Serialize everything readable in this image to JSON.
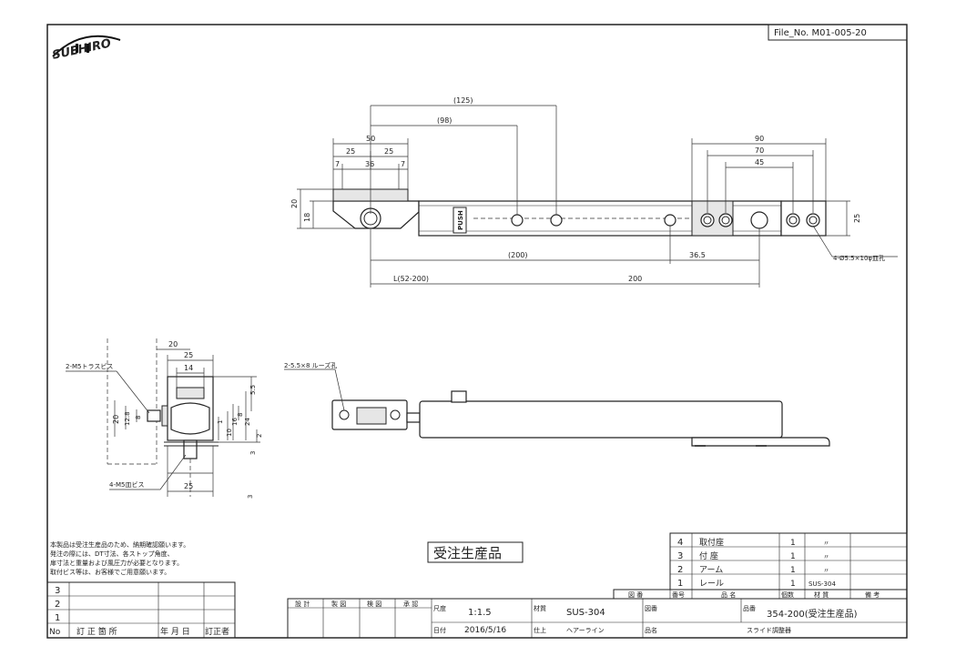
{
  "header": {
    "logo_text": "SUEHIRO",
    "file_no": "File_No. M01-005-20"
  },
  "top_view": {
    "dims": {
      "d125": "(125)",
      "d98": "(98)",
      "d50": "50",
      "d25a": "25",
      "d25b": "25",
      "d7a": "7",
      "d36": "36",
      "d7b": "7",
      "d90": "90",
      "d70": "70",
      "d45": "45",
      "d20": "20",
      "d18": "18",
      "d25r": "25",
      "d200p": "(200)",
      "d365": "36.5",
      "dL": "L(52-200)",
      "d200": "200"
    },
    "push_label": "PUSH",
    "hole_note": "4-Ø5.5×10φ皿孔"
  },
  "side_view": {
    "dims": {
      "d20": "20",
      "d25": "25",
      "d14": "14",
      "d55": "5.5",
      "d20v": "20",
      "d128": "12.8",
      "d8": "8",
      "d1": "1",
      "d10": "10",
      "d16": "16",
      "d8b": "8",
      "d24": "24",
      "d2": "2",
      "d3a": "3",
      "d3b": "3",
      "d25b": "25"
    },
    "note_truss": "2-M5トラスビス",
    "note_flat": "4-M5皿ビス"
  },
  "front_view": {
    "note_loose": "2-5.5×8 ルーズ孔"
  },
  "notes": [
    "本製品は受注生産品のため、納期確認願います。",
    "発注の際には、DT寸法、各ストップ角度、",
    "扉寸法と重量および風圧力が必要となります。",
    "取付ビス等は、お客様でご用意願います。"
  ],
  "order_stamp": "受注生産品",
  "parts": [
    {
      "no": "4",
      "name": "取付座",
      "qty": "1",
      "mat": "〃"
    },
    {
      "no": "3",
      "name": "付 座",
      "qty": "1",
      "mat": "〃"
    },
    {
      "no": "2",
      "name": "アーム",
      "qty": "1",
      "mat": "〃"
    },
    {
      "no": "1",
      "name": "レール",
      "qty": "1",
      "mat": "SUS-304"
    }
  ],
  "parts_header": {
    "zuban": "図 番",
    "bango": "番号",
    "hinmei": "品 名",
    "kosu": "個数",
    "zaishitsu": "材 質",
    "biko": "備 考"
  },
  "revisions": {
    "rows": [
      "3",
      "2",
      "1"
    ],
    "header": {
      "no": "No",
      "place": "訂 正 箇 所",
      "date": "年 月 日",
      "by": "訂正者"
    }
  },
  "title_block": {
    "sekkei": "設 計",
    "seizu": "製 図",
    "kenzu": "検 図",
    "shonin": "承 認",
    "shakudo_label": "尺度",
    "shakudo": "1:1.5",
    "zaishitsu_label": "材質",
    "zaishitsu": "SUS-304",
    "zuban_label": "図番",
    "hinban_label": "品番",
    "hinban": "354-200(受注生産品)",
    "hizuke_label": "日付",
    "hizuke": "2016/5/16",
    "shiage_label": "仕上",
    "shiage": "ヘアーライン",
    "hinmei_label": "品名",
    "hinmei": "スライド調整器"
  }
}
